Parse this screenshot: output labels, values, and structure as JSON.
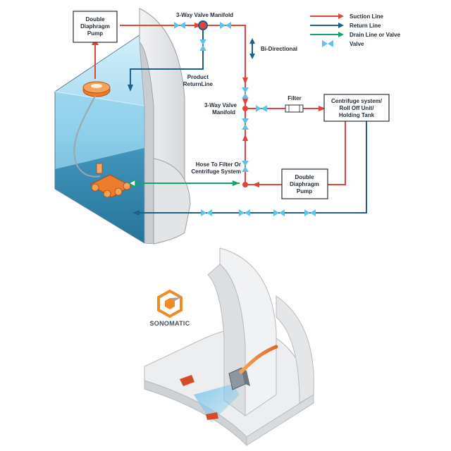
{
  "colors": {
    "suction": "#e0453a",
    "return": "#1f5f8b",
    "drain": "#16a36a",
    "valve": "#5cc3ea",
    "box_stroke": "#2a2f36",
    "wall": "#e7e8ea",
    "water_top": "#a9dcf0",
    "water_bottom": "#2a7fa8",
    "pump_orange": "#ee7c2e",
    "logo_orange": "#f08a24"
  },
  "icons": [
    "valve-icon",
    "pump-icon",
    "filter-icon",
    "robot-crawler-icon",
    "sonomatic-logo-icon",
    "bidirectional-arrow-icon"
  ],
  "legend": {
    "suction": "Suction Line",
    "return": "Return Line",
    "drain": "Drain Line or Valve",
    "valve": "Valve"
  },
  "labels": {
    "valve_manifold_top": "3-Way Valve Manifold",
    "bi_directional": "Bi-Directional",
    "product_return_1": "Product",
    "product_return_2": "ReturnLine",
    "filter": "Filter",
    "valve_manifold_mid_1": "3-Way Valve",
    "valve_manifold_mid_2": "Manifold",
    "hose_1": "Hose To Filter Or",
    "hose_2": "Centrifuge System"
  },
  "boxes": {
    "pump_top_1": "Double",
    "pump_top_2": "Diaphragm",
    "pump_top_3": "Pump",
    "centrifuge_1": "Centrifuge system/",
    "centrifuge_2": "Roll Off Unit/",
    "centrifuge_3": "Holding Tank",
    "pump_bottom_1": "Double",
    "pump_bottom_2": "Diaphragm",
    "pump_bottom_3": "Pump"
  },
  "logo": {
    "name": "SONOMATIC"
  }
}
